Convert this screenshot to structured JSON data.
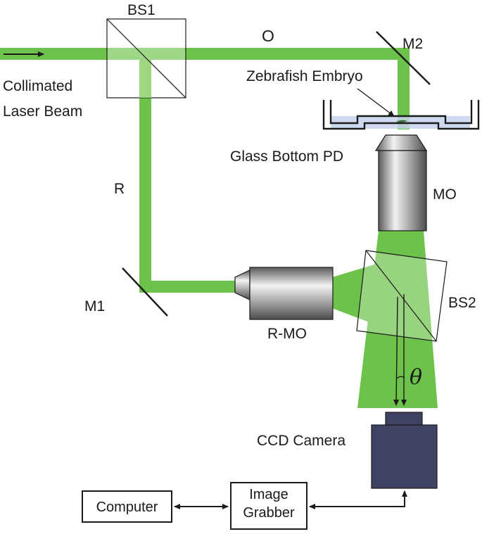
{
  "labels": {
    "bs1": "BS1",
    "object_beam": "O",
    "m2": "M2",
    "laser_line1": "Collimated",
    "laser_line2": "Laser Beam",
    "embryo": "Zebrafish Embryo",
    "petri_dish": "Glass Bottom PD",
    "reference_beam": "R",
    "mo": "MO",
    "m1": "M1",
    "rmo": "R-MO",
    "bs2": "BS2",
    "theta": "θ",
    "camera": "CCD Camera",
    "computer": "Computer",
    "grabber_line1": "Image",
    "grabber_line2": "Grabber"
  },
  "colors": {
    "beam": "#6cc24a",
    "beam_light": "#9ed67f",
    "camera_body": "#3f4263",
    "outline": "#1a1a1a"
  }
}
